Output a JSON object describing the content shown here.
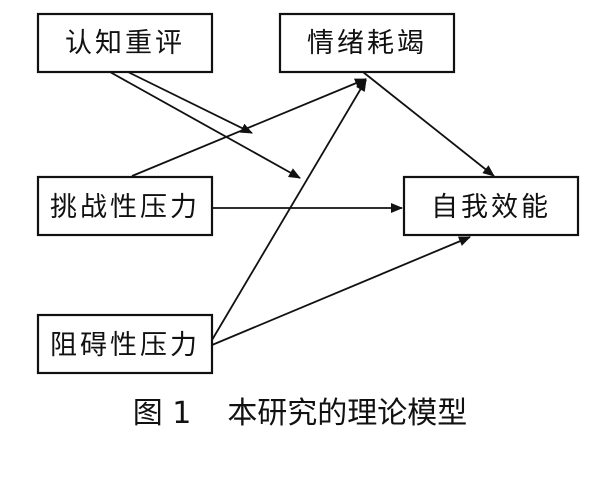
{
  "nodes": {
    "cognitive_appraisal": "认知重评",
    "emotional_exhaustion": "情绪耗竭",
    "challenge_stress": "挑战性压力",
    "self_efficacy": "自我效能",
    "hindrance_stress": "阻碍性压力"
  },
  "caption": {
    "number": "图 1",
    "title": "本研究的理论模型"
  }
}
